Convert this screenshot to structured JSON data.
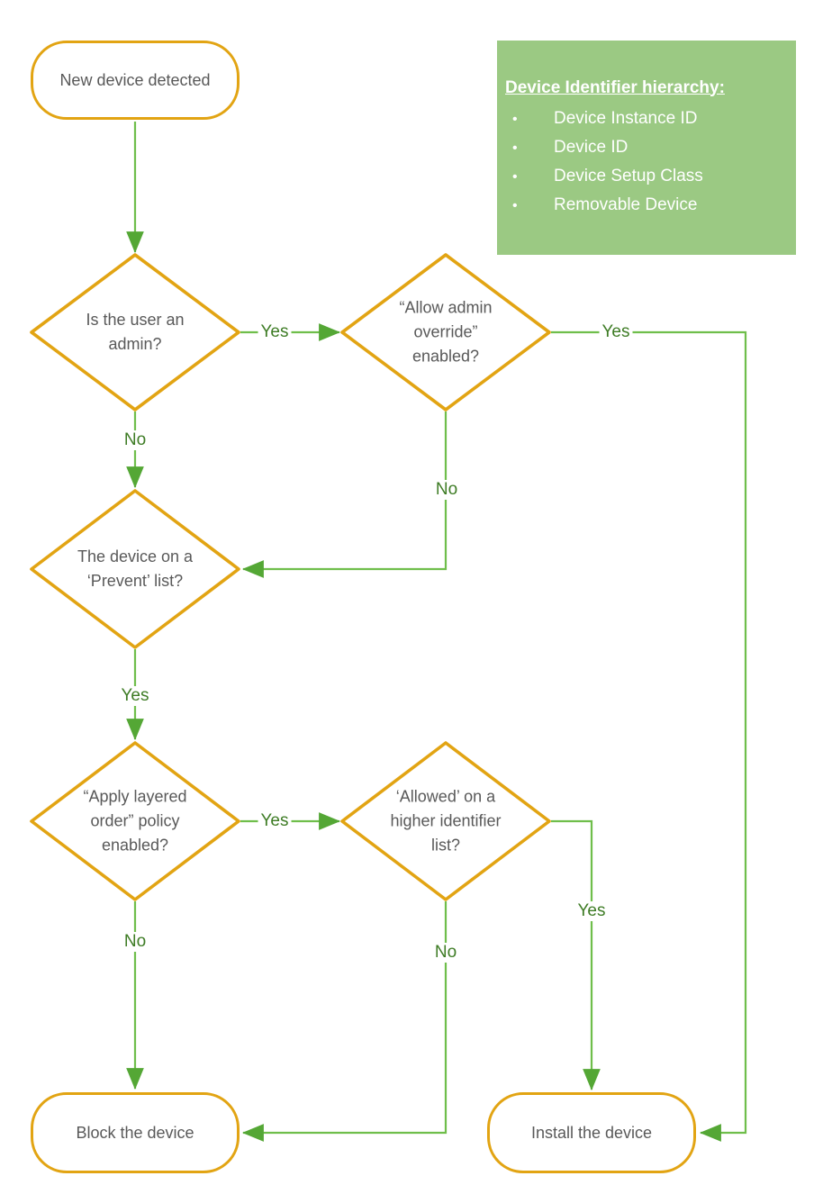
{
  "colors": {
    "shape_border": "#E2A413",
    "connector_line": "#6FBE4B",
    "arrowhead": "#54A735",
    "edge_label_text": "#3E7C25",
    "node_text": "#595959",
    "note_background": "#9BC983",
    "note_text": "#FFFFFF"
  },
  "nodes": {
    "start": {
      "label": "New device detected"
    },
    "is_admin": {
      "label": "Is the user an\nadmin?"
    },
    "allow_override": {
      "label": "“Allow admin\noverride”\nenabled?"
    },
    "prevent_list": {
      "label": "The device on a\n‘Prevent’ list?"
    },
    "layered_order": {
      "label": "“Apply layered\norder” policy\nenabled?"
    },
    "allowed_higher": {
      "label": "‘Allowed’ on a\nhigher identifier\nlist?"
    },
    "block": {
      "label": "Block the device"
    },
    "install": {
      "label": "Install the device"
    }
  },
  "edge_labels": {
    "is_admin_yes": "Yes",
    "is_admin_no": "No",
    "allow_override_yes": "Yes",
    "allow_override_no": "No",
    "prevent_list_yes": "Yes",
    "layered_order_yes": "Yes",
    "layered_order_no": "No",
    "allowed_higher_yes": "Yes",
    "allowed_higher_no": "No"
  },
  "note": {
    "title": "Device Identifier hierarchy:",
    "items": [
      "Device Instance ID",
      "Device ID",
      "Device Setup Class",
      "Removable Device"
    ]
  }
}
